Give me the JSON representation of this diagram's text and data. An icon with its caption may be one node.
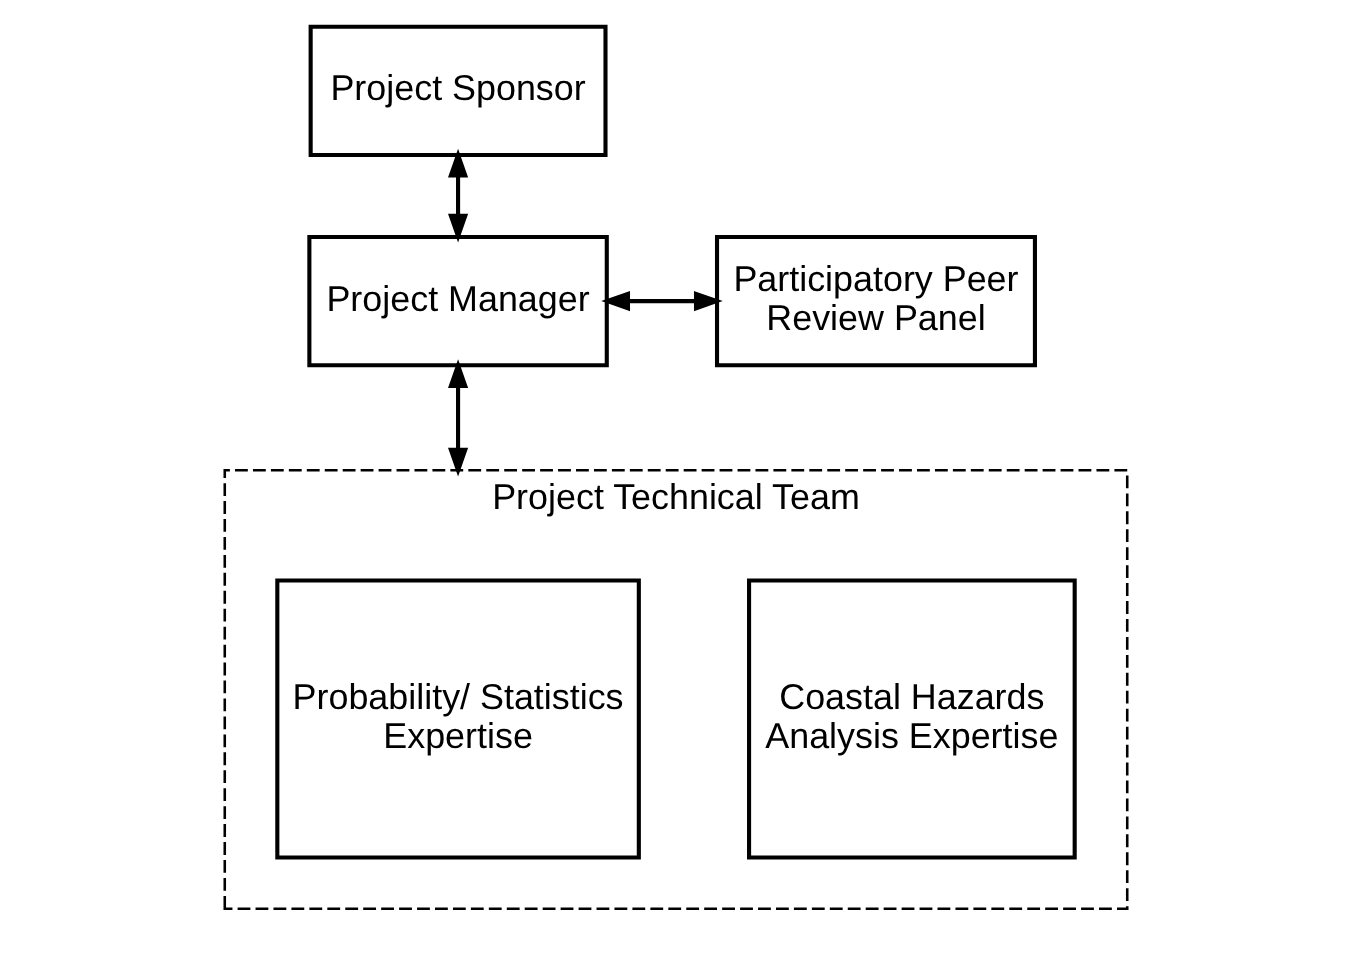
{
  "diagram": {
    "nodes": [
      {
        "text": [
          "Project Sponsor"
        ]
      },
      {
        "text": [
          "Project Manager"
        ]
      },
      {
        "text": [
          "Participatory Peer Review Panel"
        ]
      },
      {
        "text": [
          "Project Technical Team"
        ]
      },
      {
        "text": [
          "Probability/ Statistics Expertise"
        ],
        "in": 3
      },
      {
        "text": [
          "Coastal Hazards Analysis Expertise"
        ],
        "in": 3
      }
    ],
    "edges": [
      {
        "from": 0,
        "to": 1,
        "arrow": "both"
      },
      {
        "from": 1,
        "to": 2,
        "arrow": "both"
      },
      {
        "from": 1,
        "to": 3,
        "arrow": "both"
      }
    ]
  }
}
